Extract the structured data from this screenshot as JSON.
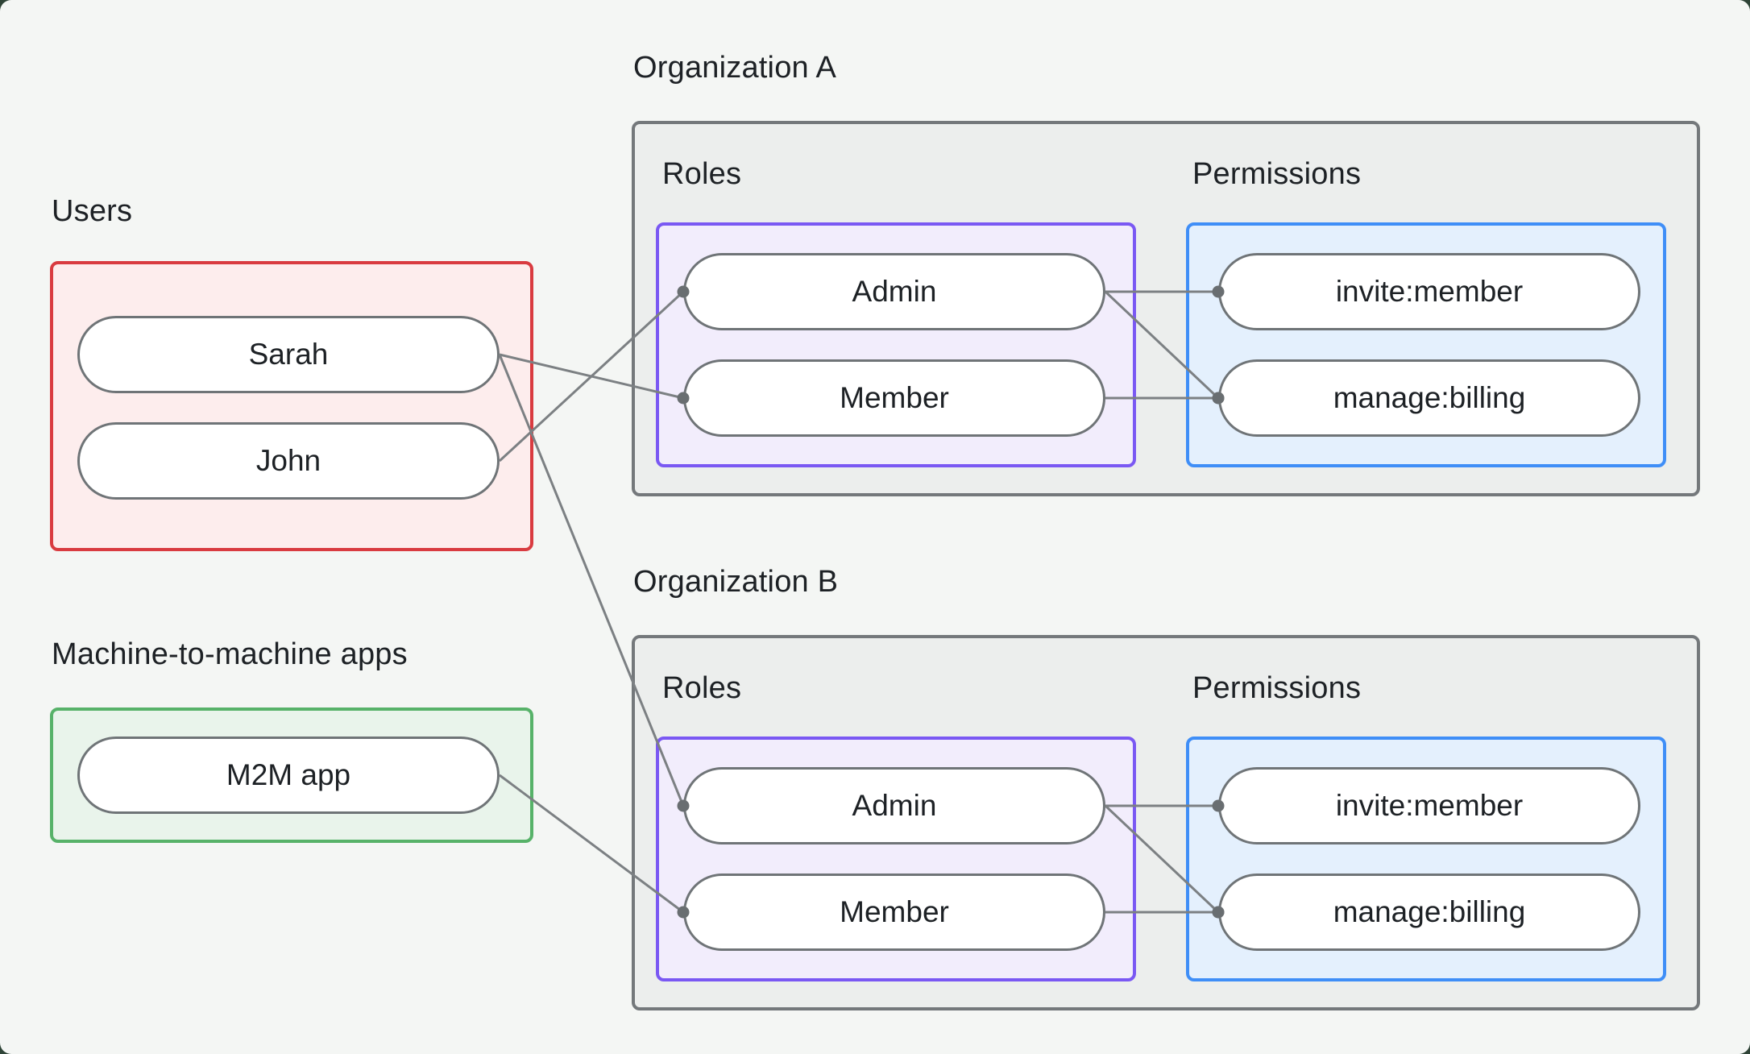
{
  "groups": {
    "users": {
      "label": "Users",
      "items": [
        {
          "id": "sarah",
          "label": "Sarah"
        },
        {
          "id": "john",
          "label": "John"
        }
      ]
    },
    "m2m": {
      "label": "Machine-to-machine apps",
      "items": [
        {
          "id": "m2m",
          "label": "M2M app"
        }
      ]
    }
  },
  "orgs": [
    {
      "id": "orgA",
      "title": "Organization A",
      "roles_label": "Roles",
      "permissions_label": "Permissions",
      "roles": [
        {
          "id": "orgA-admin",
          "label": "Admin"
        },
        {
          "id": "orgA-member",
          "label": "Member"
        }
      ],
      "permissions": [
        {
          "id": "orgA-invite",
          "label": "invite:member"
        },
        {
          "id": "orgA-billing",
          "label": "manage:billing"
        }
      ]
    },
    {
      "id": "orgB",
      "title": "Organization B",
      "roles_label": "Roles",
      "permissions_label": "Permissions",
      "roles": [
        {
          "id": "orgB-admin",
          "label": "Admin"
        },
        {
          "id": "orgB-member",
          "label": "Member"
        }
      ],
      "permissions": [
        {
          "id": "orgB-invite",
          "label": "invite:member"
        },
        {
          "id": "orgB-billing",
          "label": "manage:billing"
        }
      ]
    }
  ],
  "edges": [
    {
      "from": "sarah",
      "to": "orgA-member"
    },
    {
      "from": "john",
      "to": "orgA-admin"
    },
    {
      "from": "sarah",
      "to": "orgB-admin"
    },
    {
      "from": "m2m",
      "to": "orgB-member"
    },
    {
      "from": "orgA-admin",
      "to": "orgA-invite"
    },
    {
      "from": "orgA-admin",
      "to": "orgA-billing"
    },
    {
      "from": "orgA-member",
      "to": "orgA-billing"
    },
    {
      "from": "orgB-admin",
      "to": "orgB-invite"
    },
    {
      "from": "orgB-admin",
      "to": "orgB-billing"
    },
    {
      "from": "orgB-member",
      "to": "orgB-billing"
    }
  ],
  "colors": {
    "page_bg": "#f4f6f4",
    "text": "#1d2125",
    "org_border": "#74787b",
    "org_fill": "#eceeed",
    "users_border": "#d93b40",
    "users_fill": "#fdeded",
    "m2m_border": "#57b269",
    "m2m_fill": "#e9f4eb",
    "roles_border": "#7a58f3",
    "roles_fill": "#f2edfc",
    "permissions_border": "#3f8ef7",
    "permissions_fill": "#e4f0fd",
    "edge_line": "#7c8083",
    "edge_dot": "#696e71"
  }
}
